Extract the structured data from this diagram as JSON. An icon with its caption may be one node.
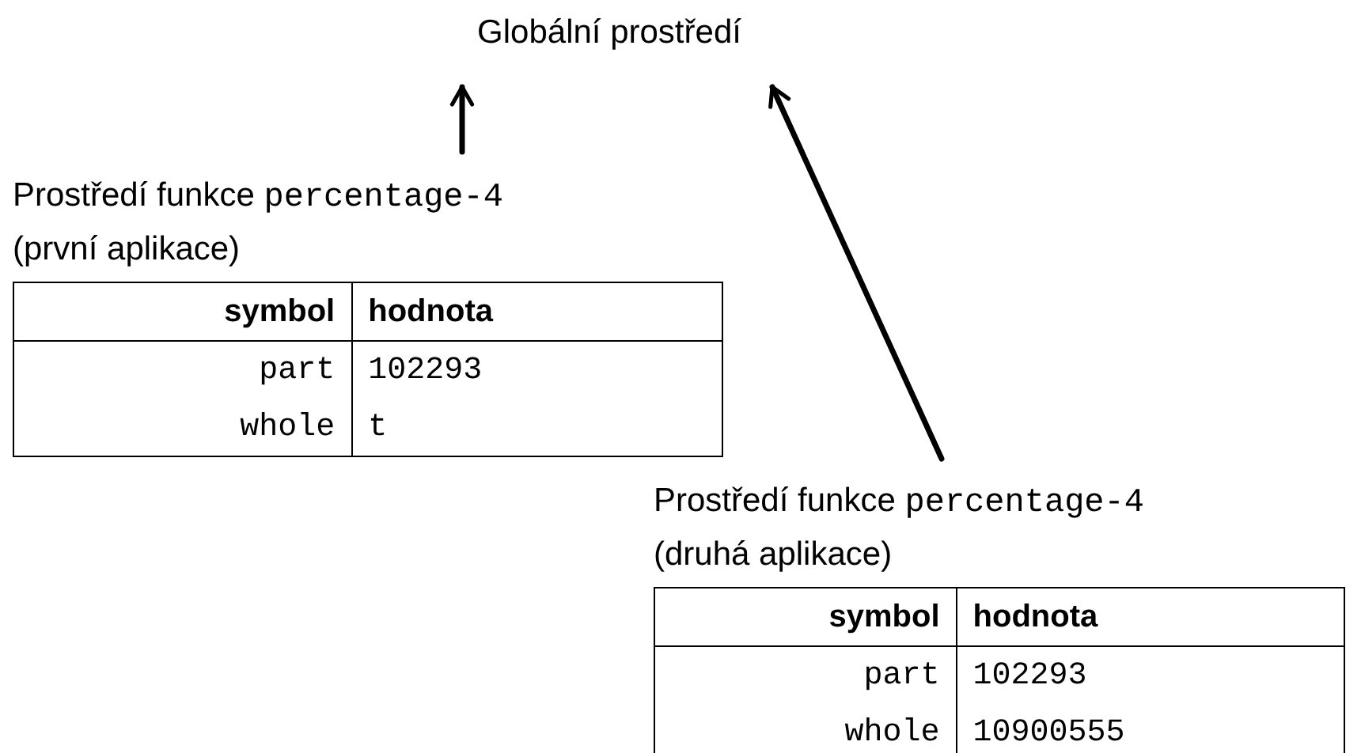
{
  "diagram": {
    "nodes": [
      {
        "text": [
          "Globální prostředí"
        ]
      },
      {
        "text": [
          "Prostředí funkce",
          "percentage-4",
          "(první aplikace)",
          "symbol",
          "hodnota",
          "part",
          "102293",
          "whole",
          "t"
        ]
      },
      {
        "text": [
          "Prostředí funkce",
          "percentage-4",
          "(druhá aplikace)",
          "symbol",
          "hodnota",
          "part",
          "102293",
          "whole",
          "10900555"
        ]
      }
    ],
    "edges": [
      {
        "from": 1,
        "to": 0,
        "arrow": "to"
      },
      {
        "from": 2,
        "to": 0,
        "arrow": "to"
      }
    ]
  }
}
